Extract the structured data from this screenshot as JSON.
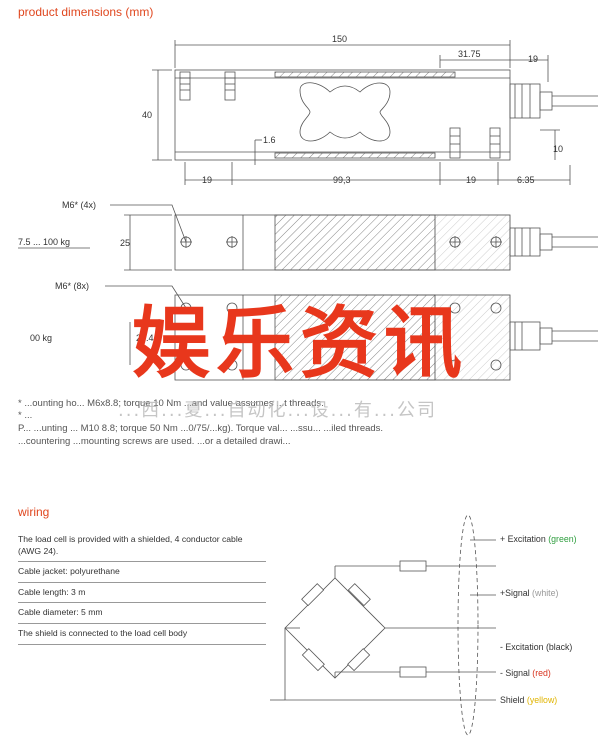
{
  "sections": {
    "dimensions_title": "product dimensions (mm)",
    "wiring_title": "wiring"
  },
  "dimensions": {
    "width_total": "150",
    "right_offset": "31.75",
    "right_cap": "19",
    "height": "40",
    "height_right": "10",
    "gap": "1.6",
    "bottom_19_left": "19",
    "bottom_middle": "99,3",
    "bottom_19_right": "19",
    "bottom_635": "6.35",
    "top_view_height": "25",
    "top_view2_height": "25.4",
    "m6_4x": "M6* (4x)",
    "m6_8x": "M6* (8x)",
    "range_1": "7.5 ... 100 kg",
    "range_2": "00 kg"
  },
  "footnotes": {
    "line1": "* ...ounting ho... M6x8.8; torque 10 Nm ...and value assumes ...t threads.",
    "line2": "* ...",
    "line3": "P... ...unting ... M10 8.8; torque 50 Nm ...0/75/...kg). Torque val... ...ssu... ...iled threads.",
    "line4": "...countering ...mounting screws are used. ...or a detailed drawi..."
  },
  "overlay": {
    "watermark": "娱乐资讯",
    "company": "...西...夏...自动化...设...有...公司"
  },
  "wiring": {
    "items": [
      "The load cell is provided with a shielded, 4 conductor cable (AWG 24).",
      "Cable jacket: polyurethane",
      "Cable length: 3 m",
      "Cable diameter: 5 mm",
      "The shield is connected to the load cell body"
    ],
    "wires": [
      {
        "label": "+ Excitation",
        "color_name": "(green)",
        "color": "#2e9e3e"
      },
      {
        "label": "+Signal",
        "color_name": "(white)",
        "color": "#9a9a9a"
      },
      {
        "label": "- Excitation",
        "color_name": "(black)",
        "color": "#333333"
      },
      {
        "label": "- Signal",
        "color_name": "(red)",
        "color": "#d8341f"
      },
      {
        "label": "Shield",
        "color_name": "(yellow)",
        "color": "#e0b400"
      }
    ]
  },
  "colors": {
    "accent": "#e0471f",
    "watermark": "#e8371c"
  }
}
